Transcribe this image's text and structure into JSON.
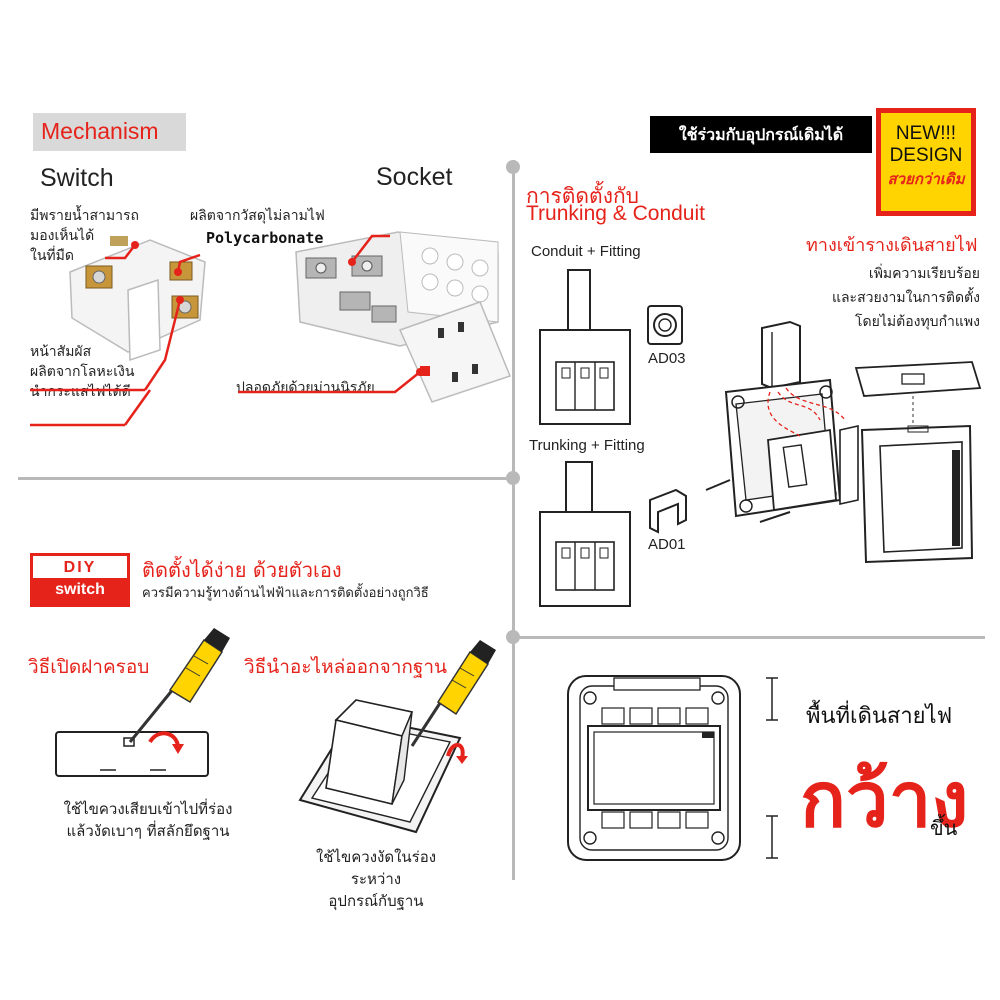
{
  "mechanism": {
    "title": "Mechanism",
    "switch_label": "Switch",
    "socket_label": "Socket",
    "glow_note": [
      "มีพรายน้ำสามารถ",
      "มองเห็นได้",
      "ในที่มืด"
    ],
    "material_note": "ผลิตจากวัสดุไม่ลามไฟ",
    "material_name": "Polycarbonate",
    "contact_note": [
      "หน้าสัมผัส",
      "ผลิตจากโลหะเงิน",
      "นำกระแสไฟได้ดี"
    ],
    "safety_note": "ปลอดภัยด้วยม่านนิรภัย"
  },
  "banner": {
    "compat_text": "ใช้ร่วมกับอุปกรณ์เดิมได้",
    "new_line1": "NEW!!!",
    "new_line2": "DESIGN",
    "new_line3": "สวยกว่าเดิม"
  },
  "install": {
    "title_th": "การติดตั้งกับ",
    "title_en": "Trunking & Conduit",
    "conduit_label": "Conduit + Fitting",
    "conduit_code": "AD03",
    "trunking_label": "Trunking + Fitting",
    "trunking_code": "AD01",
    "entry_title": "ทางเข้ารางเดินสายไฟ",
    "entry_desc": [
      "เพิ่มความเรียบร้อย",
      "และสวยงามในการติดตั้ง",
      "โดยไม่ต้องทุบกำแพง"
    ]
  },
  "diy": {
    "badge_line1": "DIY",
    "badge_line2": "switch",
    "headline": "ติดตั้งได้ง่าย ด้วยตัวเอง",
    "subline": "ควรมีความรู้ทางด้านไฟฟ้าและการติดตั้งอย่างถูกวิธี",
    "open_cover_title": "วิธีเปิดฝาครอบ",
    "open_cover_desc": [
      "ใช้ไขควงเสียบเข้าไปที่ร่อง",
      "แล้วงัดเบาๆ ที่สลักยึดฐาน"
    ],
    "remove_title": "วิธีนำอะไหล่ออกจากฐาน",
    "remove_desc": [
      "ใช้ไขควงงัดในร่องระหว่าง",
      "อุปกรณ์กับฐาน"
    ]
  },
  "space": {
    "line1": "พื้นที่เดินสายไฟ",
    "big_word": "กว้าง",
    "line3": "ขึ้น"
  },
  "colors": {
    "accent": "#e5231b",
    "yellow": "#ffd400",
    "divider": "#b9b9b9"
  }
}
